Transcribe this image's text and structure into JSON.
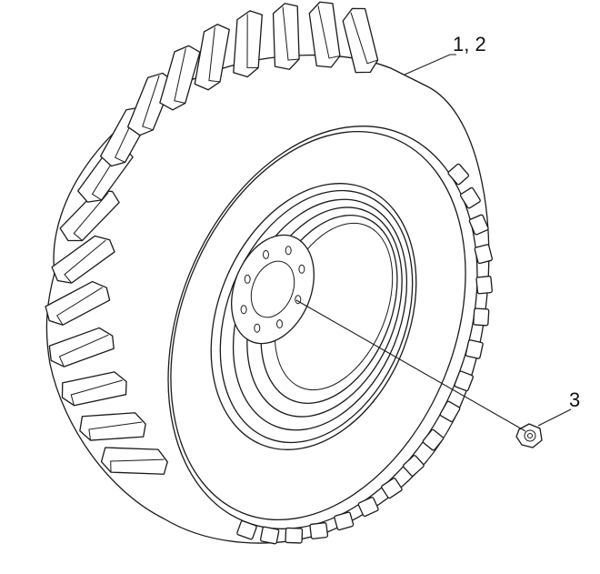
{
  "callouts": [
    {
      "id": "tire-wheel",
      "label": "1, 2"
    },
    {
      "id": "nut",
      "label": "3"
    }
  ],
  "colors": {
    "line": "#1a1a1a",
    "background": "#ffffff"
  }
}
